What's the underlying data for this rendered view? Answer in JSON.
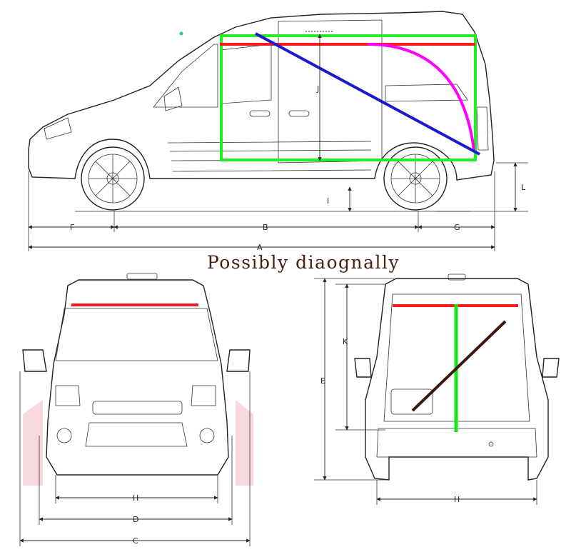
{
  "caption": "Possibly diaognally",
  "dimensions": {
    "A": "A",
    "B": "B",
    "C": "C",
    "D": "D",
    "E": "E",
    "F": "F",
    "G": "G",
    "H_front": "H",
    "H_rear": "H",
    "I": "I",
    "J": "J",
    "K": "K",
    "L": "L"
  },
  "annotation_colors": {
    "length": "#ff1a1a",
    "height": "#19e619",
    "diagonal_side": "#1a1acc",
    "diagonal_rear": "#3a1a10",
    "curve": "#ff00ff",
    "cargo_box": "#22ee22"
  }
}
